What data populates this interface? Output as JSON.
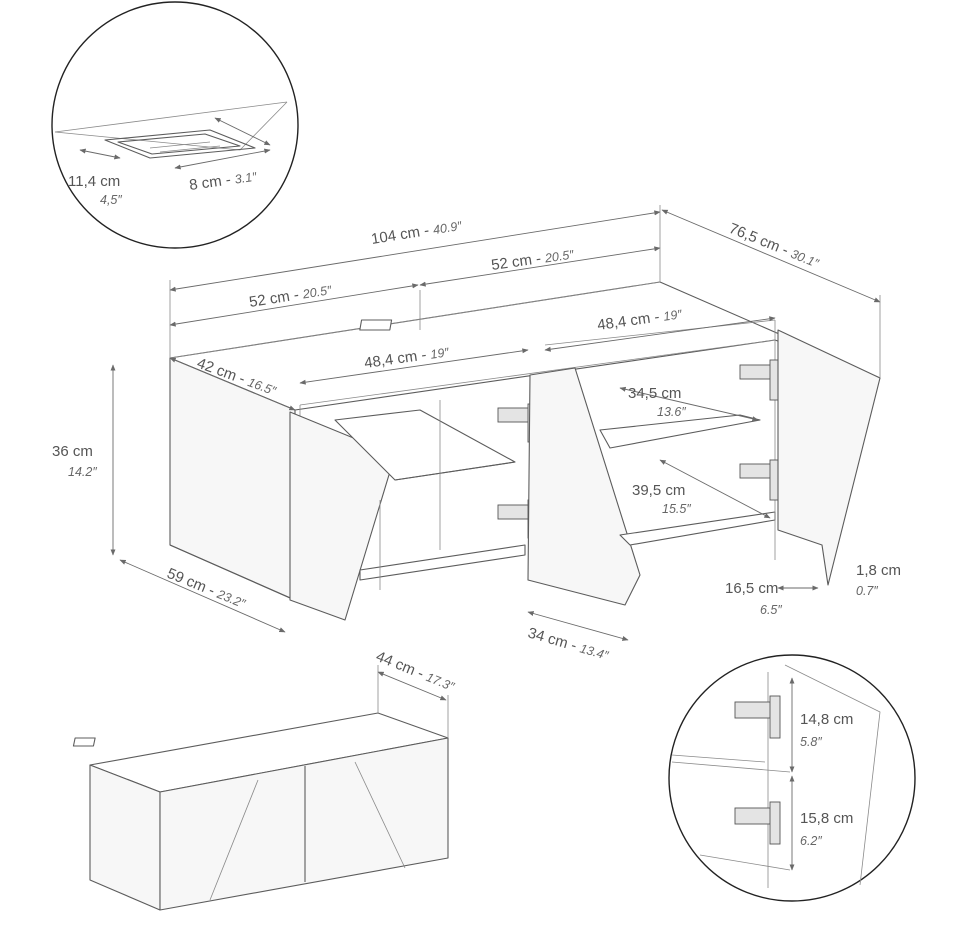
{
  "colors": {
    "line": "#5c5c5c",
    "dimension": "#6a6a6a",
    "text": "#555555",
    "circle": "#222222"
  },
  "dimensions": {
    "total_width": {
      "metric": "104 cm",
      "imperial": "40.9″"
    },
    "total_depth_diag": {
      "metric": "76,5 cm",
      "imperial": "30.1″"
    },
    "half_width_left": {
      "metric": "52 cm",
      "imperial": "20.5″"
    },
    "half_width_right": {
      "metric": "52 cm",
      "imperial": "20.5″"
    },
    "inner_width_left": {
      "metric": "48,4 cm",
      "imperial": "19″"
    },
    "inner_width_right": {
      "metric": "48,4 cm",
      "imperial": "19″"
    },
    "depth": {
      "metric": "42 cm",
      "imperial": "16.5″"
    },
    "height": {
      "metric": "36 cm",
      "imperial": "14.2″"
    },
    "side_length": {
      "metric": "59 cm",
      "imperial": "23.2″"
    },
    "door_width": {
      "metric": "34 cm",
      "imperial": "13.4″"
    },
    "shelf_depth": {
      "metric": "34,5 cm",
      "imperial": "13.6″"
    },
    "lower_depth": {
      "metric": "39,5 cm",
      "imperial": "15.5″"
    },
    "inner_depth": {
      "metric": "16,5 cm",
      "imperial": "6.5″"
    },
    "thickness": {
      "metric": "1,8 cm",
      "imperial": "0.7″"
    },
    "closed_depth": {
      "metric": "44 cm",
      "imperial": "17.3″"
    }
  },
  "detail_top": {
    "hole_width": {
      "metric": "11,4 cm",
      "imperial": "4,5″"
    },
    "hole_depth": {
      "metric": "8 cm",
      "imperial": "3.1″"
    }
  },
  "detail_hinge": {
    "upper": {
      "metric": "14,8 cm",
      "imperial": "5.8″"
    },
    "lower": {
      "metric": "15,8 cm",
      "imperial": "6.2″"
    }
  },
  "icons": [
    "cable-hole-icon",
    "hinge-icon"
  ]
}
